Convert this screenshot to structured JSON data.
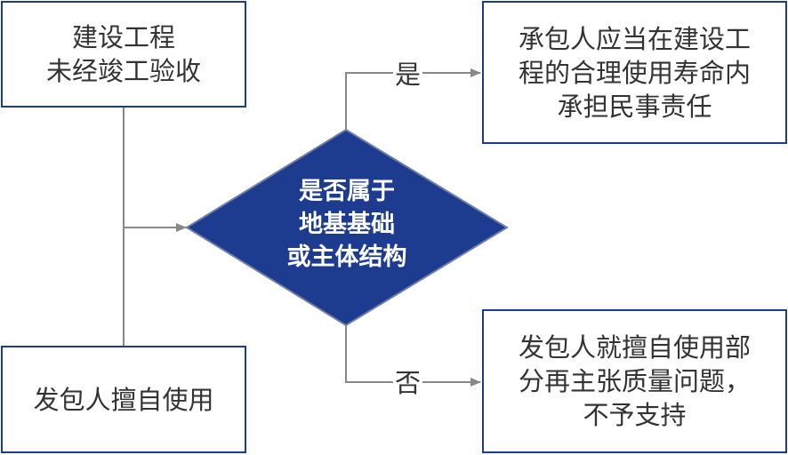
{
  "boxes": {
    "top_left": {
      "lines": [
        "建设工程",
        "未经竣工验收"
      ]
    },
    "bottom_left": {
      "lines": [
        "发包人擅自使用"
      ]
    },
    "top_right": {
      "lines": [
        "承包人应当在建设工",
        "程的合理使用寿命内",
        "承担民事责任"
      ]
    },
    "bottom_right": {
      "lines": [
        "发包人就擅自使用部",
        "分再主张质量问题，",
        "不予支持"
      ]
    }
  },
  "decision": {
    "lines": [
      "是否属于",
      "地基基础",
      "或主体结构"
    ]
  },
  "branches": {
    "yes": "是",
    "no": "否"
  },
  "colors": {
    "border": "#1d3b8f",
    "diamond_fill": "#1d3b8f",
    "connector": "#888888"
  }
}
